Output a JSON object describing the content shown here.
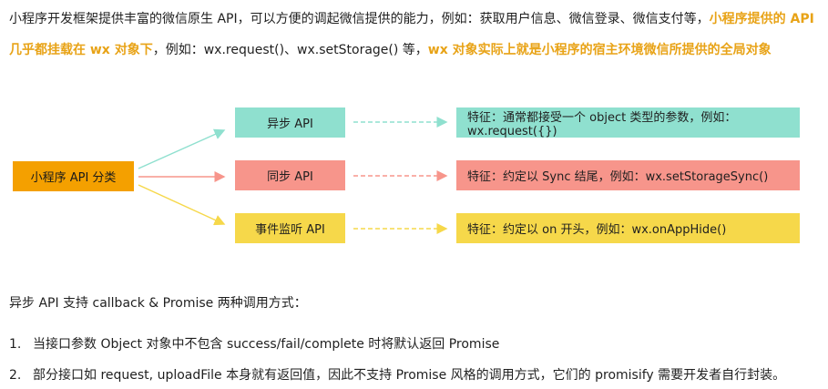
{
  "intro": {
    "part1": "小程序开发框架提供丰富的微信原生 API，可以方便的调起微信提供的能力，例如：获取用户信息、微信登录、微信支付等，",
    "highlight1": "小程序提供的 API 几乎都挂载在 wx 对象下",
    "part2": "，例如：wx.request()、wx.setStorage() 等，",
    "highlight2": "wx 对象实际上就是小程序的宿主环境微信所提供的全局对象"
  },
  "diagram": {
    "category": "小程序 API 分类",
    "types": [
      {
        "label": "异步 API",
        "feature": "特征：通常都接受一个 object 类型的参数，例如：wx.request({})",
        "color": "#8fe0cf"
      },
      {
        "label": "同步 API",
        "feature": "特征：约定以 Sync 结尾，例如：wx.setStorageSync()",
        "color": "#f7958b"
      },
      {
        "label": "事件监听 API",
        "feature": "特征：约定以 on 开头，例如：wx.onAppHide()",
        "color": "#f6d84a"
      }
    ]
  },
  "async_section": {
    "title": "异步 API 支持 callback & Promise 两种调用方式：",
    "notes": [
      {
        "num": "1.",
        "text": "当接口参数 Object 对象中不包含 success/fail/complete 时将默认返回 Promise"
      },
      {
        "num": "2.",
        "text": "部分接口如 request, uploadFile 本身就有返回值，因此不支持 Promise 风格的调用方式，它们的 promisify 需要开发者自行封装。"
      }
    ]
  }
}
